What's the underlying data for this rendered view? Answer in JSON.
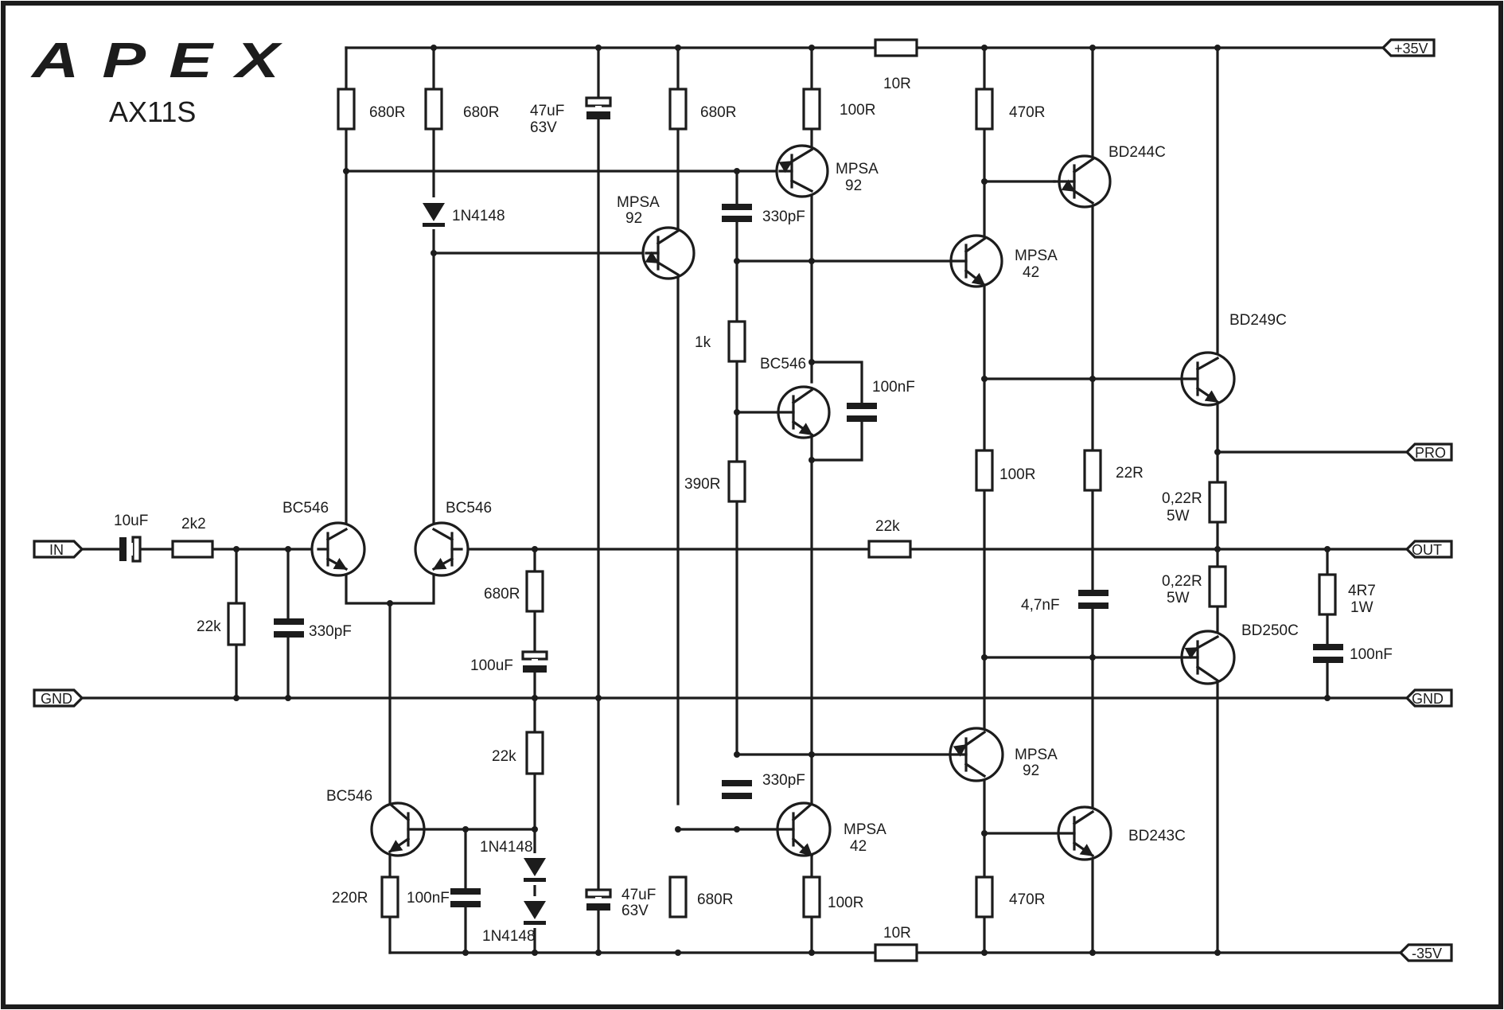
{
  "logo": {
    "brand": "APEX",
    "model": "AX11S"
  },
  "terminals": {
    "vplus": "+35V",
    "vminus": "-35V",
    "in": "IN",
    "gnd_left": "GND",
    "gnd_right": "GND",
    "out": "OUT",
    "pro": "PRO"
  },
  "resistors": {
    "r1": "680R",
    "r2": "680R",
    "r3": "680R",
    "r4": "100R",
    "r5": "10R",
    "r6": "470R",
    "r7": "1k",
    "r8": "390R",
    "r9": "100R",
    "r10": "22R",
    "r11_a": "0,22R",
    "r11_b": "5W",
    "r12_a": "0,22R",
    "r12_b": "5W",
    "r13_a": "4R7",
    "r13_b": "1W",
    "r14": "2k2",
    "r15": "22k",
    "r16": "22k",
    "r17": "680R",
    "r18": "22k",
    "r19": "220R",
    "r20": "680R",
    "r21": "100R",
    "r22": "10R",
    "r23": "470R"
  },
  "capacitors": {
    "c1_a": "47uF",
    "c1_b": "63V",
    "c2": "330pF",
    "c3": "100nF",
    "c4": "10uF",
    "c5": "330pF",
    "c6": "100uF",
    "c7": "4,7nF",
    "c8": "100nF",
    "c9": "330pF",
    "c10": "100nF",
    "c11_a": "47uF",
    "c11_b": "63V"
  },
  "diodes": {
    "d1": "1N4148",
    "d2": "1N4148",
    "d3": "1N4148"
  },
  "transistors": {
    "q1_a": "MPSA",
    "q1_b": "92",
    "q2_a": "MPSA",
    "q2_b": "92",
    "q3": "BD244C",
    "q4_a": "MPSA",
    "q4_b": "42",
    "q5": "BC546",
    "q6": "BD249C",
    "q7": "BC546",
    "q8": "BC546",
    "q9": "BD250C",
    "q10_a": "MPSA",
    "q10_b": "92",
    "q11": "BC546",
    "q12_a": "MPSA",
    "q12_b": "42",
    "q13": "BD243C"
  }
}
